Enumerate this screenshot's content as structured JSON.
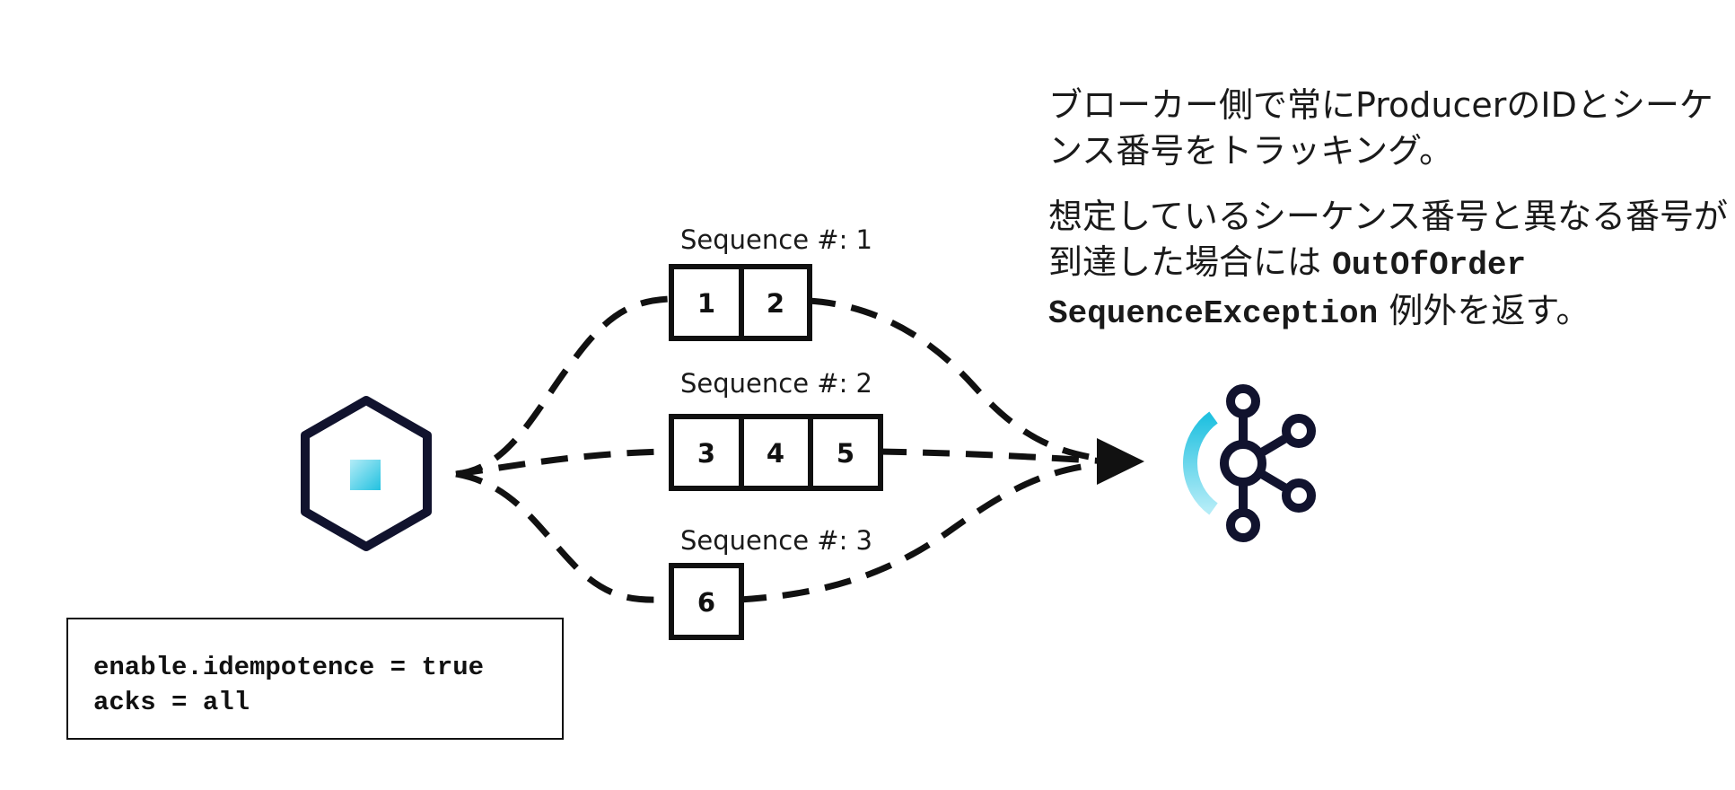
{
  "diagram": {
    "colors": {
      "ink": "#11132e",
      "accent_light": "#b3ecf7",
      "accent_mid": "#4fd2e8",
      "accent_dark": "#22c1e0",
      "line": "#111111"
    },
    "producer": {
      "icon": "producer-hexagon-icon"
    },
    "broker": {
      "icon": "kafka-broker-icon"
    },
    "batches": [
      {
        "label": "Sequence #: 1",
        "records": [
          "1",
          "2"
        ]
      },
      {
        "label": "Sequence #: 2",
        "records": [
          "3",
          "4",
          "5"
        ]
      },
      {
        "label": "Sequence #: 3",
        "records": [
          "6"
        ]
      }
    ],
    "explanation": {
      "para1": "ブローカー側で常にProducerのIDとシーケンス番号をトラッキング。",
      "para2_before": "想定しているシーケンス番号と異なる番号が到達した場合には ",
      "para2_code_line1": "OutOfOrder",
      "para2_code_line2": "SequenceException",
      "para2_after": " 例外を返す。"
    },
    "config": {
      "line1": "enable.idempotence = true",
      "line2": "acks = all"
    }
  }
}
